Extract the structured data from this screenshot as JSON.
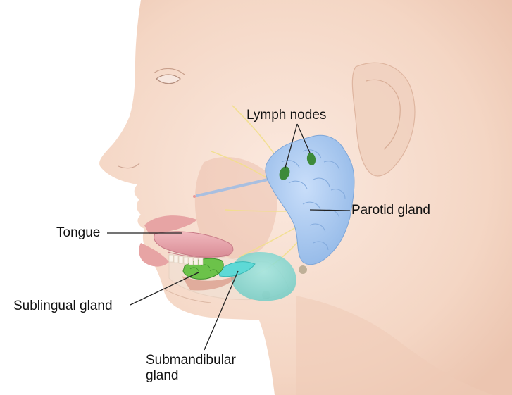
{
  "labels": {
    "lymph_nodes": "Lymph nodes",
    "parotid_gland": "Parotid gland",
    "tongue": "Tongue",
    "sublingual_gland": "Sublingual gland",
    "submandibular_line1": "Submandibular",
    "submandibular_line2": "gland"
  },
  "colors": {
    "skin": "#f6dccb",
    "skin_shadow": "#e9c2ad",
    "parotid": "#a9c9ef",
    "lymph_node": "#3d8a3a",
    "submandibular": "#7fd6d0",
    "sublingual": "#6cc24a",
    "tongue": "#e8a6ae",
    "lip": "#e7a4a4",
    "nerve": "#f2df8c",
    "leader_line": "#222222"
  }
}
